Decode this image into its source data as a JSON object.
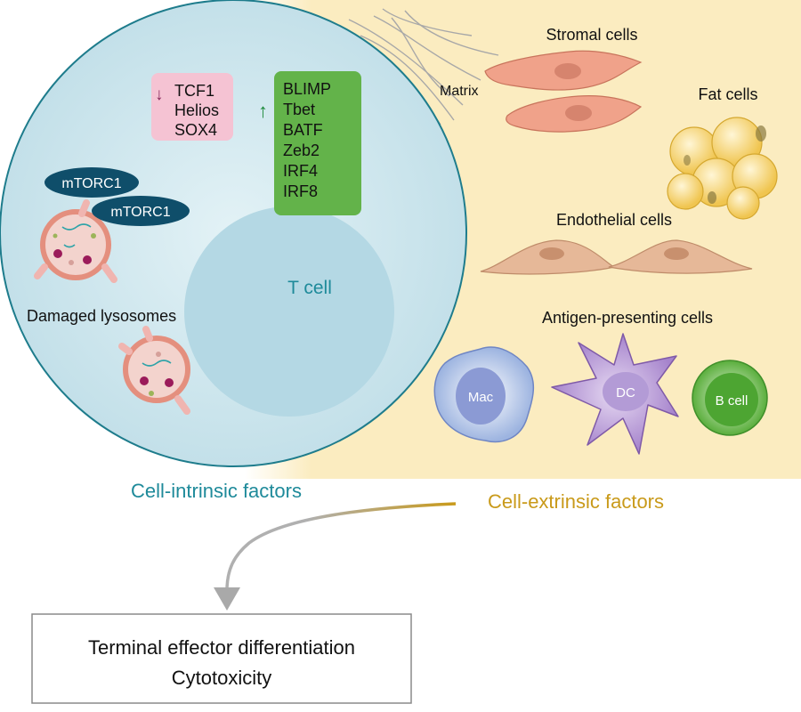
{
  "diagram": {
    "t_cell": {
      "label": "T cell",
      "down_label": "↓",
      "up_label": "↑",
      "downregulated": [
        "TCF1",
        "Helios",
        "SOX4"
      ],
      "upregulated": [
        "BLIMP",
        "Tbet",
        "BATF",
        "Zeb2",
        "IRF4",
        "IRF8"
      ],
      "mtorc1_labels": [
        "mTORC1",
        "mTORC1"
      ],
      "lysosome_label": "Damaged lysosomes"
    },
    "environment": {
      "matrix_label": "Matrix",
      "stromal_label": "Stromal cells",
      "fat_label": "Fat cells",
      "endothelial_label": "Endothelial cells",
      "apc_label": "Antigen-presenting cells",
      "apc_cells": [
        "Mac",
        "DC",
        "B cell"
      ]
    },
    "intrinsic_label": "Cell-intrinsic factors",
    "extrinsic_label": "Cell-extrinsic factors",
    "outcome": [
      "Terminal effector differentiation",
      "Cytotoxicity"
    ]
  },
  "colors": {
    "cell_fill": "#cfe8ef",
    "cell_border": "#1e7c8c",
    "teal_text": "#1e8a9a",
    "gold_text": "#c99a1a",
    "pink_box": "#f5c3d3",
    "green_box": "#63b34a",
    "env_bg": "#fbecc0",
    "mtorc1": "#0f4e6a"
  }
}
